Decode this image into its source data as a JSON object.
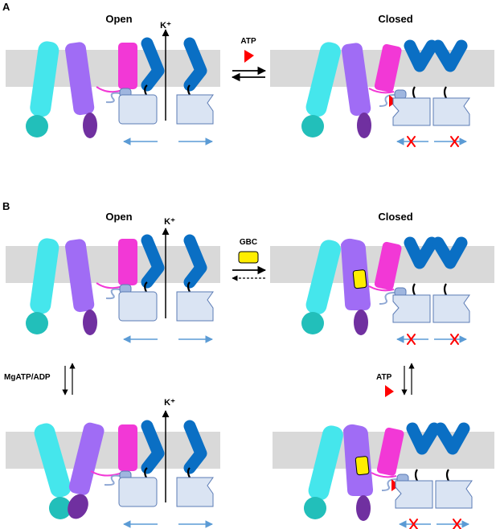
{
  "panel_a": {
    "label": "A",
    "open": {
      "title": "Open",
      "ion": "K⁺"
    },
    "closed": {
      "title": "Closed"
    },
    "ligand": "ATP"
  },
  "panel_b": {
    "label": "B",
    "open": {
      "title": "Open",
      "ion": "K⁺"
    },
    "closed": {
      "title": "Closed"
    },
    "drug": "GBC",
    "left_transition": "MgATP/ADP",
    "right_transition": "ATP",
    "bottom_open": {
      "ion": "K⁺"
    }
  },
  "colors": {
    "membrane": "#d9d9d9",
    "tm_cyan": "#45e6ec",
    "nbd_cyan": "#22bfba",
    "tm_purple": "#a06cf5",
    "nbd_purple": "#7030a0",
    "m0_magenta": "#f238d6",
    "kir_blue": "#0a6fc4",
    "cyto_domain": "#dae4f3",
    "cyto_stroke": "#5b7bb5",
    "block_x": "#ff0000",
    "atp_marker": "#ff0000",
    "gbc_drug": "#ffee00",
    "lateral_arrow": "#5b9bd5"
  }
}
